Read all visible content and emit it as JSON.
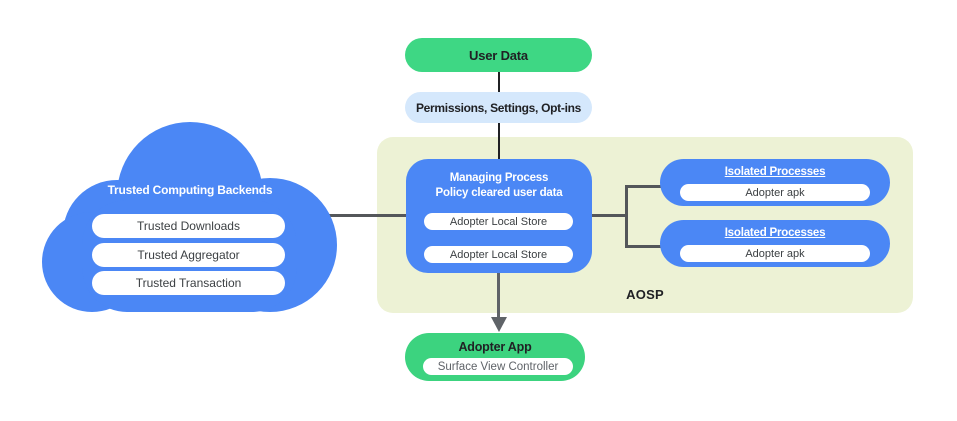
{
  "colors": {
    "node_blue": "#4b87f5",
    "aosp_background": "#edf2d5",
    "user_data_green": "#3ed784",
    "adopter_app_green": "#3cd37f",
    "permissions_blue": "#d5e8fc",
    "connector_gray": "#54575a",
    "connector_dark": "#202124",
    "pill_text": "#3c4043"
  },
  "cloud": {
    "title": "Trusted Computing Backends",
    "items": [
      {
        "label": "Trusted Downloads"
      },
      {
        "label": "Trusted Aggregator"
      },
      {
        "label": "Trusted Transaction"
      }
    ]
  },
  "flow": {
    "user_data": "User Data",
    "permissions": "Permissions,  Settings, Opt-ins"
  },
  "aosp": {
    "label": "AOSP",
    "managing": {
      "title_line1": "Managing Process",
      "title_line2": "Policy cleared user data",
      "stores": [
        {
          "label": "Adopter Local Store"
        },
        {
          "label": "Adopter Local Store"
        }
      ]
    },
    "isolated": [
      {
        "title": "Isolated Processes",
        "pill": "Adopter apk"
      },
      {
        "title": "Isolated Processes",
        "pill": "Adopter apk"
      }
    ]
  },
  "adopter_app": {
    "title": "Adopter App",
    "pill": "Surface View Controller"
  }
}
